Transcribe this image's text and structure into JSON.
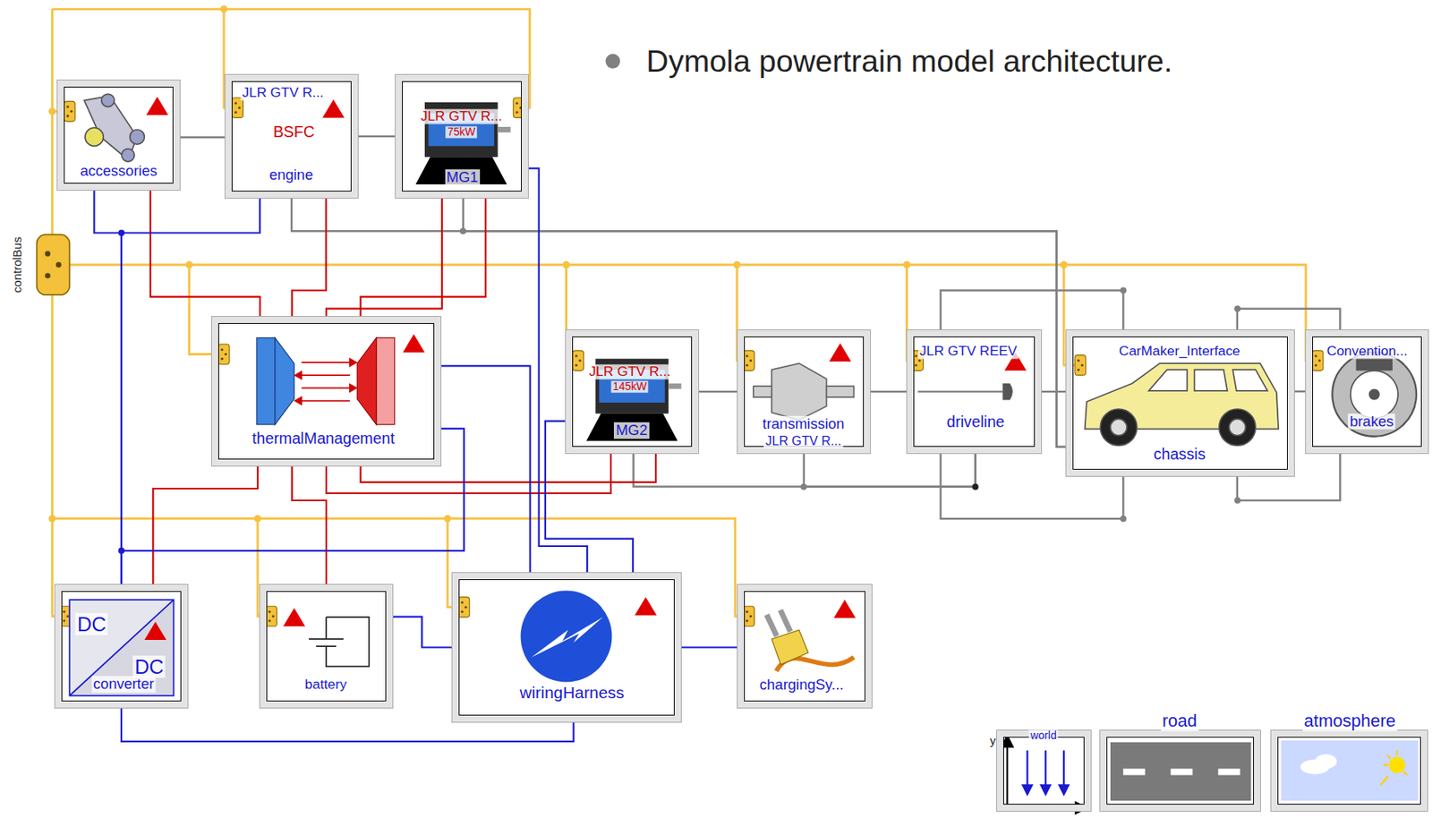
{
  "diagram": {
    "title": "Dymola powertrain model architecture.",
    "nodes": [
      {
        "text": [
          "accessories"
        ]
      },
      {
        "text": [
          "JLR GTV R...",
          "BSFC",
          "engine"
        ]
      },
      {
        "text": [
          "JLR GTV R...",
          "75kW",
          "MG1"
        ]
      },
      {
        "text": [
          "thermalManagement"
        ]
      },
      {
        "text": [
          "JLR GTV R...",
          "145kW",
          "MG2"
        ]
      },
      {
        "text": [
          "transmission",
          "JLR GTV R..."
        ]
      },
      {
        "text": [
          "JLR GTV REEV",
          "driveline"
        ]
      },
      {
        "text": [
          "CarMaker_Interface",
          "chassis"
        ]
      },
      {
        "text": [
          "Convention...",
          "brakes"
        ]
      },
      {
        "text": [
          "DC",
          "DC",
          "converter"
        ]
      },
      {
        "text": [
          "battery"
        ]
      },
      {
        "text": [
          "wiringHarness"
        ]
      },
      {
        "text": [
          "chargingSy..."
        ]
      },
      {
        "text": [
          "world"
        ]
      },
      {
        "text": [
          "road"
        ]
      },
      {
        "text": [
          "atmosphere"
        ]
      }
    ],
    "edges": [
      {
        "from": 0,
        "to": 1,
        "arrow": "none"
      },
      {
        "from": 1,
        "to": 2,
        "arrow": "none"
      },
      {
        "from": 4,
        "to": 5,
        "arrow": "none"
      },
      {
        "from": 5,
        "to": 6,
        "arrow": "none"
      },
      {
        "from": 6,
        "to": 7,
        "arrow": "none"
      },
      {
        "from": 7,
        "to": 8,
        "arrow": "none"
      },
      {
        "from": 1,
        "to": 7,
        "arrow": "none"
      },
      {
        "from": 2,
        "to": 7,
        "arrow": "none"
      },
      {
        "from": 4,
        "to": 6,
        "arrow": "none"
      },
      {
        "from": 5,
        "to": 6,
        "arrow": "none"
      },
      {
        "from": 0,
        "to": 3,
        "arrow": "none"
      },
      {
        "from": 1,
        "to": 3,
        "arrow": "none"
      },
      {
        "from": 2,
        "to": 3,
        "arrow": "none"
      },
      {
        "from": 2,
        "to": 3,
        "arrow": "none"
      },
      {
        "from": 3,
        "to": 9,
        "arrow": "none"
      },
      {
        "from": 3,
        "to": 10,
        "arrow": "none"
      },
      {
        "from": 3,
        "to": 4,
        "arrow": "none"
      },
      {
        "from": 3,
        "to": 4,
        "arrow": "none"
      },
      {
        "from": 0,
        "to": 9,
        "arrow": "none"
      },
      {
        "from": 1,
        "to": 9,
        "arrow": "none"
      },
      {
        "from": 3,
        "to": 9,
        "arrow": "none"
      },
      {
        "from": 3,
        "to": 11,
        "arrow": "none"
      },
      {
        "from": 2,
        "to": 11,
        "arrow": "none"
      },
      {
        "from": 4,
        "to": 11,
        "arrow": "none"
      },
      {
        "from": 10,
        "to": 11,
        "arrow": "none"
      },
      {
        "from": 11,
        "to": 12,
        "arrow": "none"
      },
      {
        "from": 9,
        "to": 11,
        "arrow": "none"
      },
      {
        "from": 6,
        "to": 7,
        "arrow": "none"
      },
      {
        "from": 7,
        "to": 8,
        "arrow": "none"
      },
      {
        "from": 6,
        "to": 7,
        "arrow": "none"
      },
      {
        "from": 7,
        "to": 8,
        "arrow": "none"
      }
    ],
    "labels": [
      "controlBus",
      "y"
    ]
  }
}
